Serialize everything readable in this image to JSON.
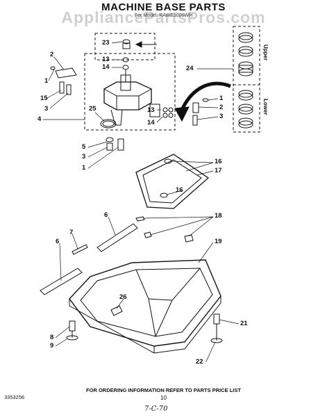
{
  "title": "MACHINE BASE PARTS",
  "watermark": "AppliancePartsPros.com",
  "subtitle": "For Model: RAWE1000WH",
  "legend": {
    "upper": "Upper",
    "lower": "Lower"
  },
  "callouts": {
    "c23": "23",
    "c13a": "13",
    "c14a": "14",
    "c2a": "2",
    "c1a": "1",
    "c15": "15",
    "c3a": "3",
    "c4": "4",
    "c25": "25",
    "c13b": "13",
    "c14b": "14",
    "c1b": "1",
    "c2b": "2",
    "c3b": "3",
    "c24": "24",
    "c5": "5",
    "c3c": "3",
    "c1c": "1",
    "c16a": "16",
    "c17": "17",
    "c16b": "16",
    "c18": "18",
    "c7": "7",
    "c6a": "6",
    "c6b": "6",
    "c19": "19",
    "c26": "26",
    "c8": "8",
    "c9": "9",
    "c21": "21",
    "c22": "22"
  },
  "footer": "FOR ORDERING INFORMATION REFER TO PARTS PRICE LIST",
  "page_number": "10",
  "doc_code": "3353256",
  "signature": "7-C-70"
}
